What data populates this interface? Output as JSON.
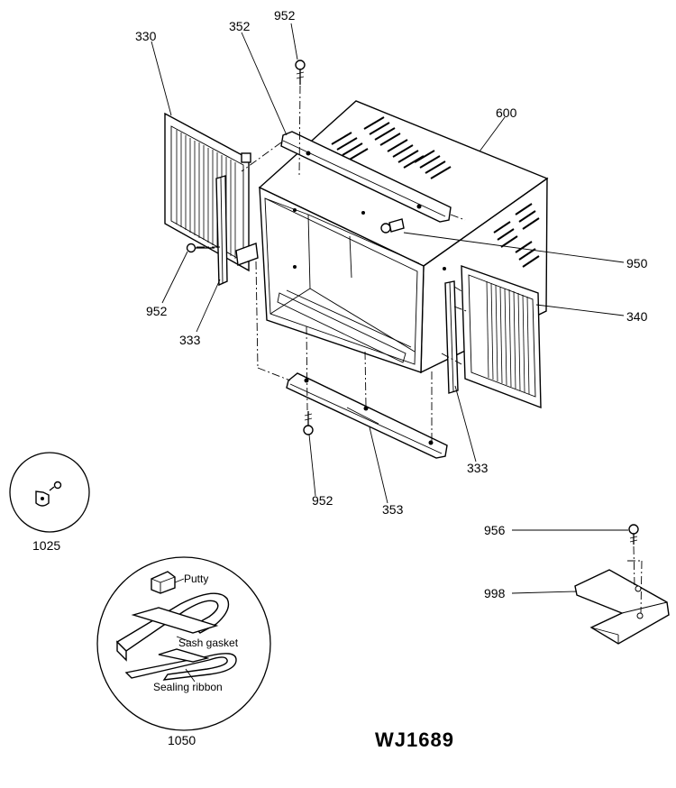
{
  "labels": {
    "p330": "330",
    "p352": "352",
    "p952_top": "952",
    "p600": "600",
    "p950": "950",
    "p340": "340",
    "p952_left": "952",
    "p333_left": "333",
    "p333_right": "333",
    "p952_bottom": "952",
    "p353": "353",
    "p1025": "1025",
    "p956": "956",
    "p998": "998",
    "p1050": "1050"
  },
  "kit": {
    "putty": "Putty",
    "sash_gasket": "Sash gasket",
    "sealing_ribbon": "Sealing ribbon"
  },
  "diagram_code": "WJ1689"
}
